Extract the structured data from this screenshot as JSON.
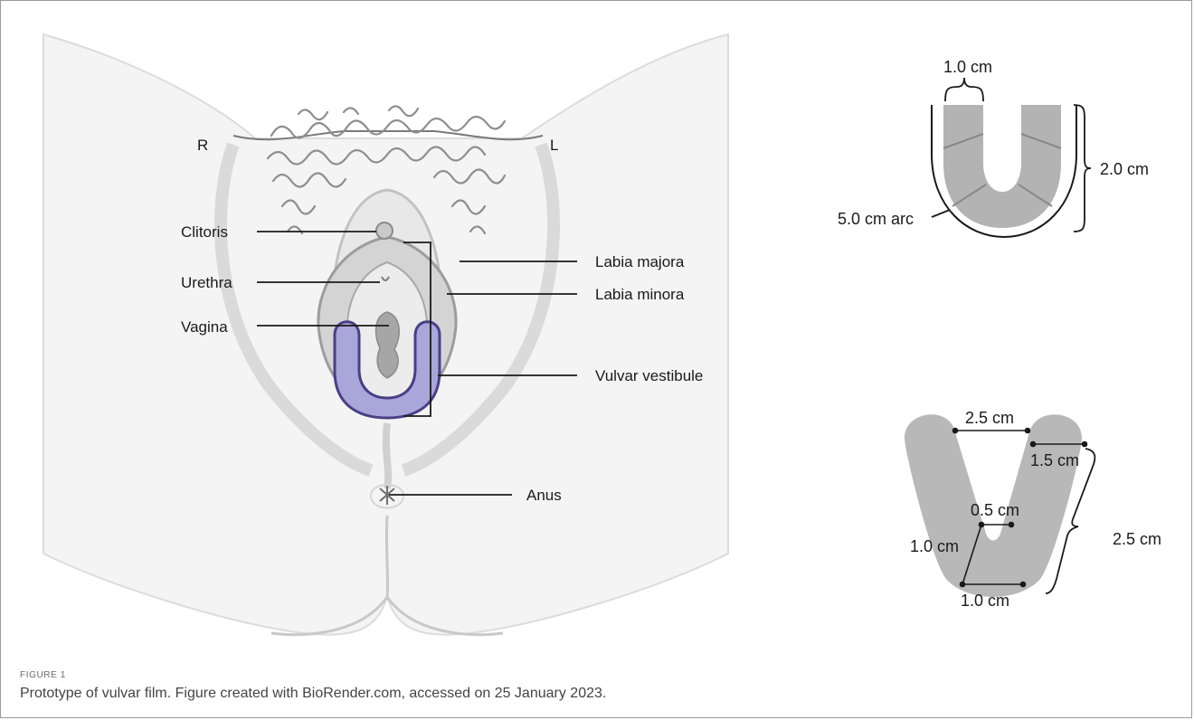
{
  "anatomy": {
    "side_right": "R",
    "side_left": "L",
    "labels": {
      "clitoris": "Clitoris",
      "urethra": "Urethra",
      "vagina": "Vagina",
      "labia_majora": "Labia majora",
      "labia_minora": "Labia minora",
      "vulvar_vestibule": "Vulvar vestibule",
      "anus": "Anus"
    },
    "colors": {
      "film_fill": "#a8a6d8",
      "film_stroke": "#4a3f86",
      "skin_light": "#f3f3f3",
      "skin_mid": "#d9d9d9",
      "hair": "#9a9a9a"
    }
  },
  "film_top": {
    "width_label": "1.0 cm",
    "height_label": "2.0 cm",
    "arc_label": "5.0 cm arc"
  },
  "film_bottom": {
    "top_gap_label": "2.5 cm",
    "arm_width_label": "1.5 cm",
    "inner_gap_label": "0.5 cm",
    "slant_label": "1.0 cm",
    "bottom_label": "1.0 cm",
    "height_label": "2.5 cm",
    "fill_color": "#b8b8b8"
  },
  "caption": {
    "heading": "FIGURE 1",
    "text": "Prototype of vulvar film. Figure created with BioRender.com, accessed on 25 January 2023."
  }
}
